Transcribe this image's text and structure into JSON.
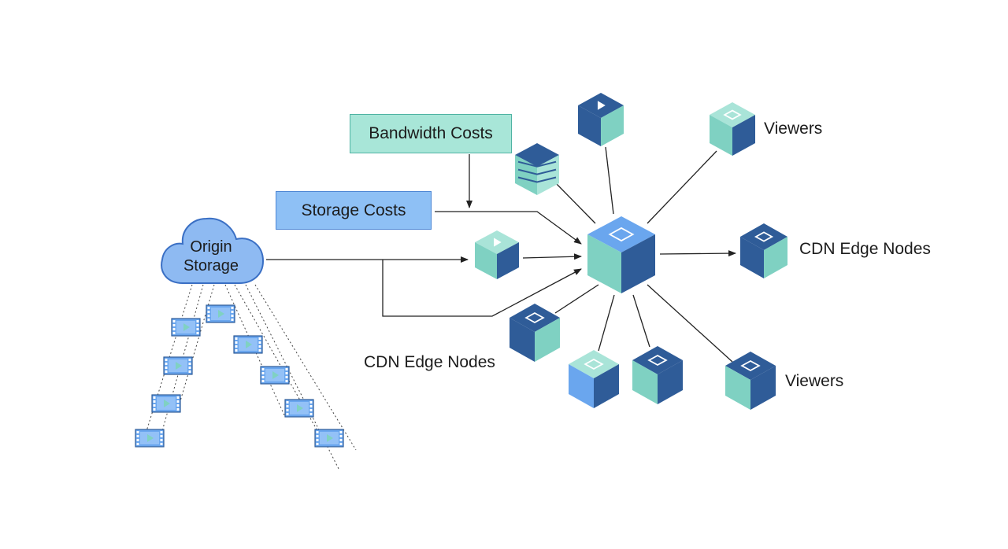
{
  "labels": {
    "bandwidth_costs": "Bandwidth Costs",
    "storage_costs": "Storage Costs",
    "origin_line1": "Origin",
    "origin_line2": "Storage",
    "viewers_top": "Viewers",
    "viewers_bottom": "Viewers",
    "cdn_edge_right": "CDN Edge Nodes",
    "cdn_edge_left": "CDN Edge Nodes"
  },
  "colors": {
    "teal": "#7fd1c2",
    "teal_light": "#a9e4d8",
    "navy": "#2f5c98",
    "blue": "#6aa6ee",
    "blue_light": "#93c1f7",
    "cloud_fill": "#8ebaf2",
    "cloud_stroke": "#3a6fc4",
    "bandwidth_fill": "#a8e6d8",
    "storage_fill": "#8ec0f5",
    "line": "#222222"
  },
  "icons": {
    "cloud": "cloud-icon",
    "cube": "cube-icon",
    "film": "film-frame-icon",
    "arrow": "arrow-icon"
  }
}
